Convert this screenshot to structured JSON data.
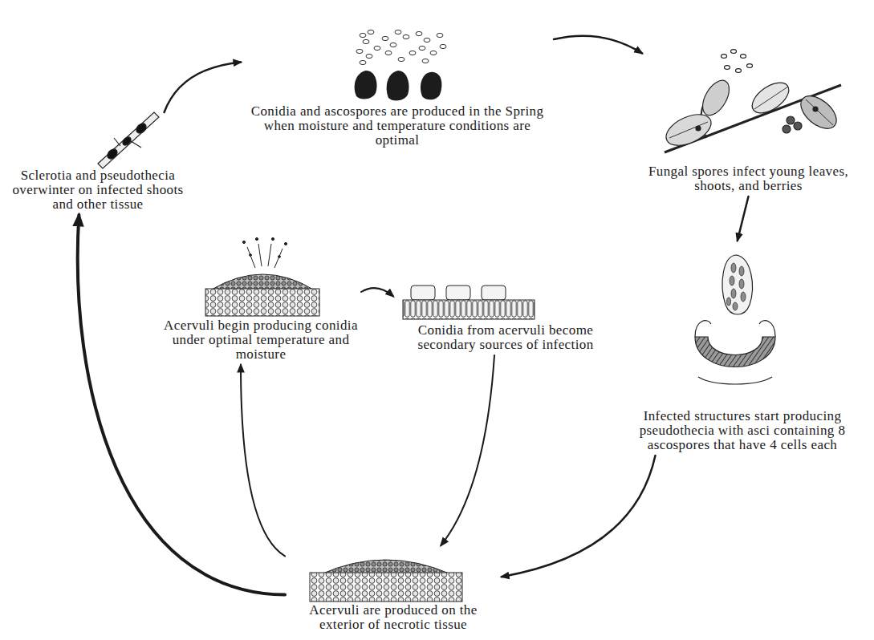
{
  "diagram": {
    "nodes": [
      {
        "text": [
          "Conidia and ascospores are produced in the Spring when moisture and temperature conditions are optimal"
        ]
      },
      {
        "text": [
          "Fungal spores infect young leaves, shoots, and berries"
        ]
      },
      {
        "text": [
          "Sclerotia and pseudothecia overwinter on infected shoots and other tissue"
        ]
      },
      {
        "text": [
          "Acervuli begin producing conidia under optimal temperature and moisture"
        ]
      },
      {
        "text": [
          "Conidia from acervuli become secondary sources of infection"
        ]
      },
      {
        "text": [
          "Infected structures start producing pseudothecia with asci containing 8 ascospores that have 4 cells each"
        ]
      },
      {
        "text": [
          "Acervuli are produced on the exterior of necrotic tissue"
        ]
      }
    ],
    "edges": [
      {
        "from": 2,
        "to": 0,
        "arrow": "to"
      },
      {
        "from": 0,
        "to": 1,
        "arrow": "to"
      },
      {
        "from": 1,
        "to": 5,
        "arrow": "to"
      },
      {
        "from": 5,
        "to": 6,
        "arrow": "to"
      },
      {
        "from": 6,
        "to": 3,
        "arrow": "to"
      },
      {
        "from": 3,
        "to": 4,
        "arrow": "to"
      },
      {
        "from": 4,
        "to": 6,
        "arrow": "to"
      },
      {
        "from": 6,
        "to": 2,
        "arrow": "to"
      }
    ]
  }
}
